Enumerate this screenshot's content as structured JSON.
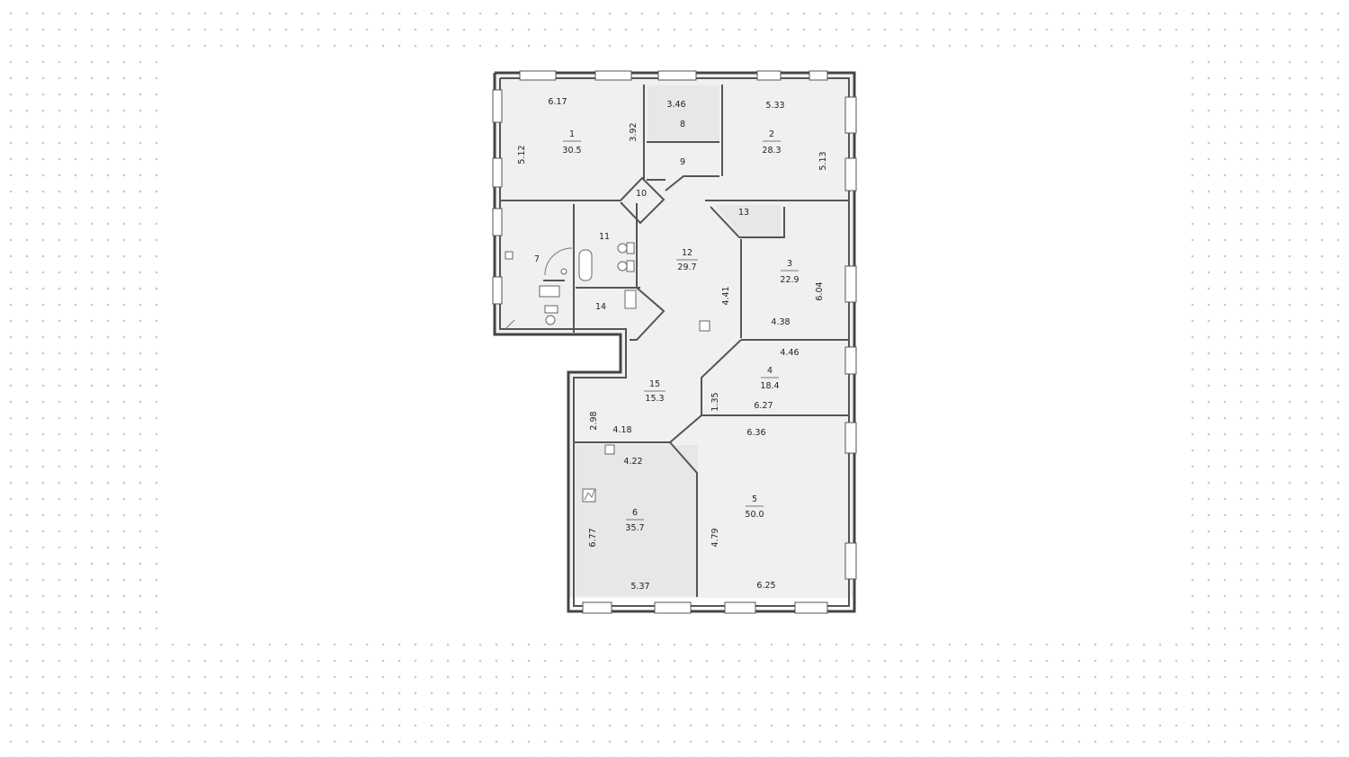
{
  "plan": {
    "rooms": [
      {
        "id": "room-1",
        "number": "1",
        "area": "30.5"
      },
      {
        "id": "room-2",
        "number": "2",
        "area": "28.3"
      },
      {
        "id": "room-3",
        "number": "3",
        "area": "22.9"
      },
      {
        "id": "room-4",
        "number": "4",
        "area": "18.4"
      },
      {
        "id": "room-5",
        "number": "5",
        "area": "50.0"
      },
      {
        "id": "room-6",
        "number": "6",
        "area": "35.7"
      },
      {
        "id": "room-7",
        "number": "7",
        "area": ""
      },
      {
        "id": "room-8",
        "number": "8",
        "area": ""
      },
      {
        "id": "room-9",
        "number": "9",
        "area": ""
      },
      {
        "id": "room-10",
        "number": "10",
        "area": ""
      },
      {
        "id": "room-11",
        "number": "11",
        "area": ""
      },
      {
        "id": "room-12",
        "number": "12",
        "area": "29.7"
      },
      {
        "id": "room-13",
        "number": "13",
        "area": ""
      },
      {
        "id": "room-14",
        "number": "14",
        "area": ""
      },
      {
        "id": "room-15",
        "number": "15",
        "area": "15.3"
      }
    ],
    "dimensions": {
      "d1": "6.17",
      "d2": "5.12",
      "d3": "3.92",
      "d4": "3.46",
      "d5": "5.33",
      "d6": "5.13",
      "d7": "4.41",
      "d8": "6.04",
      "d9": "4.38",
      "d10": "4.46",
      "d11": "1.35",
      "d12": "6.27",
      "d13": "2.98",
      "d14": "4.18",
      "d15": "6.36",
      "d16": "4.22",
      "d17": "6.77",
      "d18": "4.79",
      "d19": "5.37",
      "d20": "6.25"
    }
  },
  "colors": {
    "wall": "#444444",
    "room_fill": "#f0f0f0",
    "background_dots": "#c9c9c9"
  }
}
